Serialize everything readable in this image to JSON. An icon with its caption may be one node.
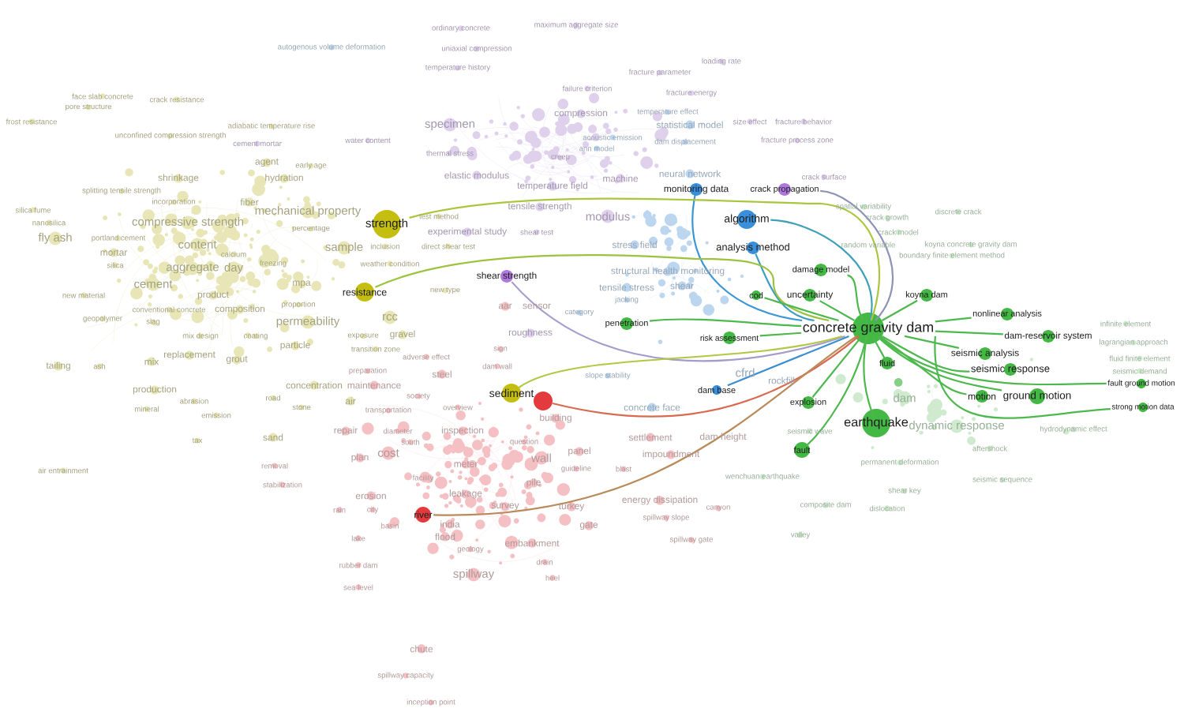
{
  "diagram": {
    "nodes": [
      {
        "text": [
          "monitoring data"
        ]
      },
      {
        "text": [
          "crack propagation"
        ]
      },
      {
        "text": [
          "algorithm"
        ]
      },
      {
        "text": [
          "strength"
        ]
      },
      {
        "text": [
          "analysis method"
        ]
      },
      {
        "text": [
          "damage model"
        ]
      },
      {
        "text": [
          "shear strength"
        ]
      },
      {
        "text": [
          "resistance"
        ]
      },
      {
        "text": [
          "uncertainty"
        ]
      },
      {
        "text": [
          "koyna dam"
        ]
      },
      {
        "text": [
          "cod"
        ]
      },
      {
        "text": [
          "nonlinear analysis"
        ]
      },
      {
        "text": [
          "penetration"
        ]
      },
      {
        "text": [
          "concrete gravity dam"
        ]
      },
      {
        "text": [
          "dam-reservoir system"
        ]
      },
      {
        "text": [
          "risk assessment"
        ]
      },
      {
        "text": [
          "seismic analysis"
        ]
      },
      {
        "text": [
          "seismic response"
        ]
      },
      {
        "text": [
          "fluid"
        ]
      },
      {
        "text": [
          "fault ground motion"
        ]
      },
      {
        "text": [
          "dam base"
        ]
      },
      {
        "text": [
          "ground motion"
        ]
      },
      {
        "text": [
          "sediment"
        ]
      },
      {
        "text": [
          "motion"
        ]
      },
      {
        "text": [],
        "shape": "circle"
      },
      {
        "text": [
          "explosion"
        ]
      },
      {
        "text": [
          "strong motion data"
        ]
      },
      {
        "text": [
          "earthquake"
        ]
      },
      {
        "text": [
          "fault"
        ]
      },
      {
        "text": [
          "river"
        ]
      }
    ],
    "edges": [
      {
        "from": 13,
        "to": 0,
        "arrow": "none",
        "color": "#3a96d6"
      },
      {
        "from": 13,
        "to": 1,
        "arrow": "none",
        "color": "#8c94b4"
      },
      {
        "from": 13,
        "to": 2,
        "arrow": "none",
        "color": "#3fa0b8"
      },
      {
        "from": 13,
        "to": 3,
        "arrow": "none",
        "color": "#a9c63c"
      },
      {
        "from": 13,
        "to": 4,
        "arrow": "none",
        "color": "#3e9cc4"
      },
      {
        "from": 13,
        "to": 5,
        "arrow": "none"
      },
      {
        "from": 13,
        "to": 6,
        "arrow": "none",
        "color": "#a49ccc"
      },
      {
        "from": 13,
        "to": 7,
        "arrow": "none",
        "color": "#9dc23e"
      },
      {
        "from": 13,
        "to": 8,
        "arrow": "none"
      },
      {
        "from": 13,
        "to": 9,
        "arrow": "none"
      },
      {
        "from": 13,
        "to": 10,
        "arrow": "none"
      },
      {
        "from": 13,
        "to": 11,
        "arrow": "none"
      },
      {
        "from": 13,
        "to": 12,
        "arrow": "none"
      },
      {
        "from": 13,
        "to": 14,
        "arrow": "none"
      },
      {
        "from": 13,
        "to": 15,
        "arrow": "none"
      },
      {
        "from": 13,
        "to": 16,
        "arrow": "none"
      },
      {
        "from": 13,
        "to": 17,
        "arrow": "none"
      },
      {
        "from": 13,
        "to": 18,
        "arrow": "none"
      },
      {
        "from": 13,
        "to": 19,
        "arrow": "none"
      },
      {
        "from": 13,
        "to": 20,
        "arrow": "none",
        "color": "#3a8fd2"
      },
      {
        "from": 13,
        "to": 21,
        "arrow": "none"
      },
      {
        "from": 13,
        "to": 22,
        "arrow": "none",
        "color": "#b2c844"
      },
      {
        "from": 13,
        "to": 23,
        "arrow": "none"
      },
      {
        "from": 13,
        "to": 24,
        "arrow": "none",
        "color": "#d86a50"
      },
      {
        "from": 13,
        "to": 25,
        "arrow": "none"
      },
      {
        "from": 13,
        "to": 26,
        "arrow": "none"
      },
      {
        "from": 13,
        "to": 27,
        "arrow": "none"
      },
      {
        "from": 13,
        "to": 28,
        "arrow": "none"
      },
      {
        "from": 13,
        "to": 29,
        "arrow": "none",
        "color": "#bb8a5a"
      }
    ],
    "labels": [
      "maximum aggregate size",
      "ordinary concrete",
      "autogenous volume deformation",
      "uniaxial compression",
      "loading rate",
      "temperature history",
      "fracture parameter",
      "failure criterion",
      "fracture energy",
      "face slab concrete",
      "crack resistance",
      "pore structure",
      "compression",
      "temperature effect",
      "frost resistance",
      "size effect",
      "fracture behavior",
      "specimen",
      "statistical model",
      "adiabatic temperature rise",
      "unconfined compression strength",
      "acoustic emission",
      "cement mortar",
      "water content",
      "dam displacement",
      "fracture process zone",
      "ann model",
      "thermal stress",
      "creep",
      "agent",
      "early age",
      "elastic modulus",
      "neural network",
      "crack surface",
      "hydration",
      "shrinkage",
      "machine",
      "temperature field",
      "splitting tensile strength",
      "incorporation",
      "fiber",
      "tensile strength",
      "discrete crack",
      "spatial variability",
      "mechanical property",
      "modulus",
      "crack growth",
      "test method",
      "silica fume",
      "compressive strength",
      "nanosilica",
      "percentage",
      "experimental study",
      "shear test",
      "crack model",
      "fly ash",
      "portland cement",
      "content",
      "stress field",
      "inclusion",
      "direct shear test",
      "random variable",
      "koyna concrete gravity dam",
      "sample",
      "mortar",
      "calcium",
      "boundary finite element method",
      "freezing",
      "weather condition",
      "silica",
      "aggregate",
      "day",
      "structural health monitoring",
      "cement",
      "mpa",
      "tensile stress",
      "shear",
      "new type",
      "new material",
      "product",
      "jacking",
      "proportion",
      "aar",
      "sensor",
      "conventional concrete",
      "composition",
      "category",
      "rcc",
      "geopolymer",
      "slag",
      "permeability",
      "infinite element",
      "roughness",
      "gravel",
      "mix design",
      "coating",
      "exposure",
      "lagrangian approach",
      "particle",
      "transition zone",
      "sign",
      "replacement",
      "adverse effect",
      "fluid finite element",
      "mix",
      "grout",
      "tailing",
      "ash",
      "dam wall",
      "seismic demand",
      "preparation",
      "steel",
      "slope stability",
      "cfrd",
      "rockfill",
      "concentration",
      "maintenance",
      "production",
      "society",
      "road",
      "dam",
      "abrasion",
      "air",
      "stone",
      "concrete face",
      "overview",
      "mineral",
      "dynamic response",
      "transportation",
      "emission",
      "building",
      "hydrodynamic effect",
      "seismic wave",
      "inspection",
      "repair",
      "diameter",
      "sand",
      "settlement",
      "dam height",
      "tax",
      "south",
      "question",
      "aftershock",
      "panel",
      "cost",
      "plan",
      "impoundment",
      "wall",
      "permanent deformation",
      "meter",
      "removal",
      "guideline",
      "blast",
      "air entrainment",
      "wenchuan earthquake",
      "facility",
      "seismic sequence",
      "pile",
      "stabilization",
      "shear key",
      "leakage",
      "erosion",
      "energy dissipation",
      "composite dam",
      "survey",
      "turkey",
      "dislocation",
      "canyon",
      "rain",
      "city",
      "spillway slope",
      "india",
      "gate",
      "basin",
      "valley",
      "flood",
      "lake",
      "spillway gate",
      "embankment",
      "geology",
      "drain",
      "rubber dam",
      "spillway",
      "heel",
      "sea level",
      "chute",
      "spillway capacity",
      "inception point"
    ]
  }
}
